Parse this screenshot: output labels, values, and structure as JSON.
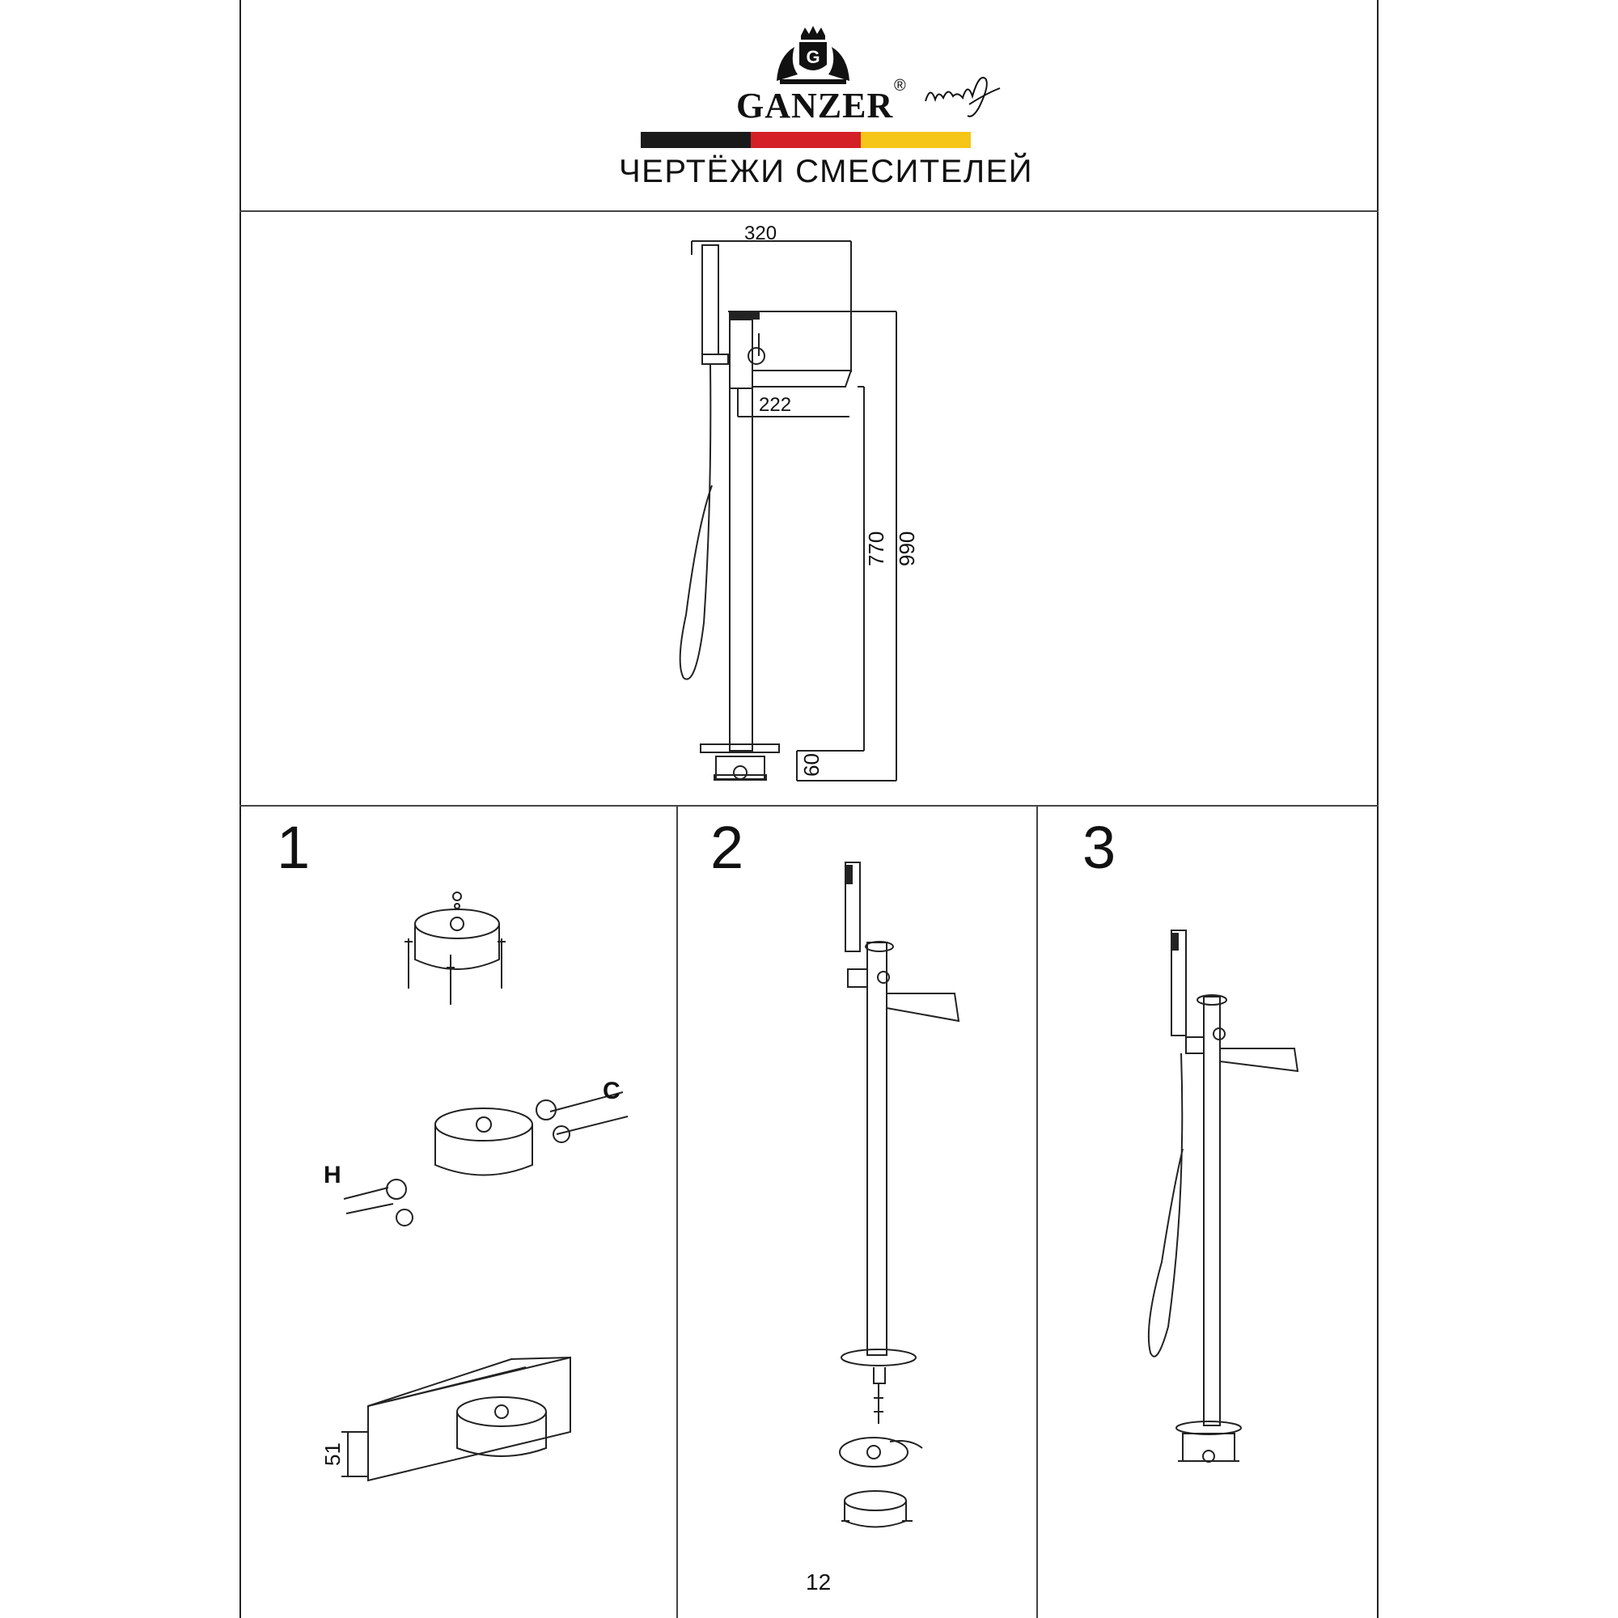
{
  "header": {
    "brand": "GANZER",
    "registered_mark": "®",
    "title": "ЧЕРТЁЖИ СМЕСИТЕЛЕЙ",
    "flag_colors": [
      "#1a1a1a",
      "#d41f26",
      "#f5c518"
    ]
  },
  "dimensions": {
    "spout_reach": "320",
    "handle_offset": "222",
    "spout_height": "770",
    "total_height": "990",
    "base_height": "60"
  },
  "steps": [
    {
      "number": "1",
      "labels": {
        "hot": "H",
        "cold": "C",
        "depth": "51"
      }
    },
    {
      "number": "2"
    },
    {
      "number": "3"
    }
  ],
  "footer": {
    "page_number": "12"
  }
}
